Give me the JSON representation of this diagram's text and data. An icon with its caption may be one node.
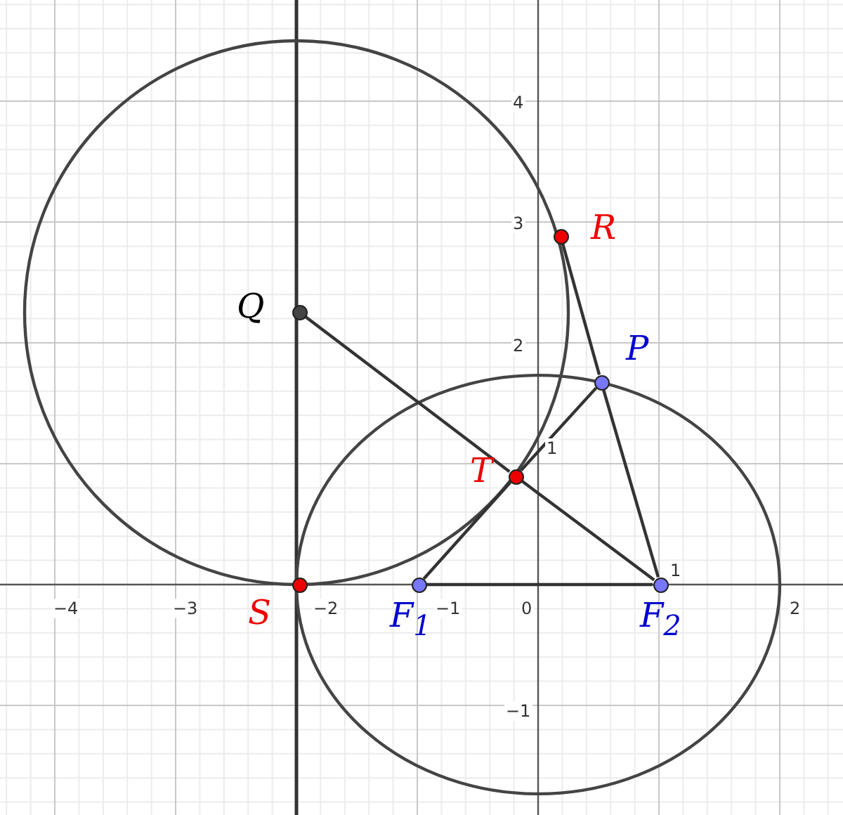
{
  "diagram": {
    "nodes": [
      {
        "text": [
          "Q"
        ]
      },
      {
        "text": [
          "R"
        ]
      },
      {
        "text": [
          "P"
        ]
      },
      {
        "text": [
          "T"
        ]
      },
      {
        "text": [
          "S"
        ]
      },
      {
        "text": [
          "F$_{1}$"
        ]
      },
      {
        "text": [
          "F$_{2}$"
        ]
      }
    ],
    "edges": [
      {
        "from": 0,
        "to": 3,
        "arrow": "none"
      },
      {
        "from": 3,
        "to": 6,
        "arrow": "none"
      },
      {
        "from": 5,
        "to": 3,
        "arrow": "none"
      },
      {
        "from": 3,
        "to": 2,
        "arrow": "none"
      },
      {
        "from": 1,
        "to": 2,
        "arrow": "none"
      },
      {
        "from": 2,
        "to": 6,
        "arrow": "none"
      },
      {
        "from": 5,
        "to": 6,
        "arrow": "none"
      }
    ],
    "labels": [
      "4",
      "3",
      "2",
      "1",
      "−4",
      "−3",
      "−2",
      "−1",
      "0",
      "1",
      "2",
      "−1"
    ]
  }
}
